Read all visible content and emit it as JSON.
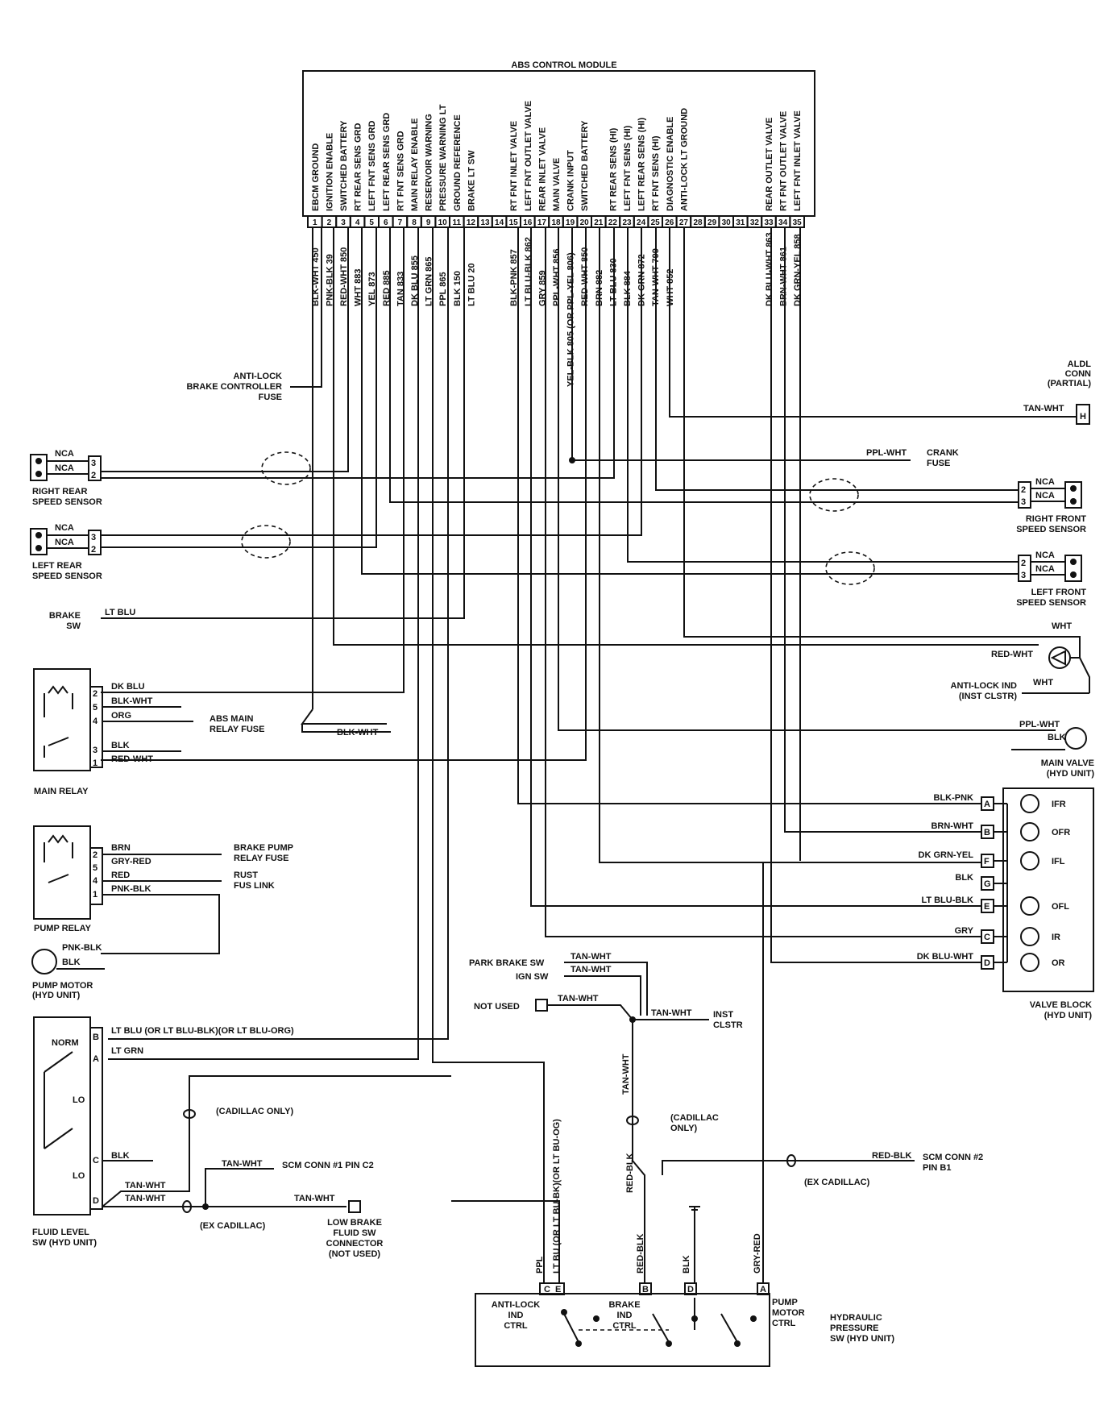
{
  "module": {
    "title": "ABS CONTROL MODULE",
    "pins": [
      {
        "n": "1",
        "label": "EBCM GROUND",
        "wire": "BLK-WHT 450"
      },
      {
        "n": "2",
        "label": "IGNITION ENABLE",
        "wire": "PNK-BLK 39"
      },
      {
        "n": "3",
        "label": "SWITCHED BATTERY",
        "wire": "RED-WHT 850"
      },
      {
        "n": "4",
        "label": "RT REAR SENS GRD",
        "wire": "WHT 883"
      },
      {
        "n": "5",
        "label": "LEFT FNT SENS GRD",
        "wire": "YEL 873"
      },
      {
        "n": "6",
        "label": "LEFT REAR SENS GRD",
        "wire": "RED 885"
      },
      {
        "n": "7",
        "label": "RT FNT SENS GRD",
        "wire": "TAN 833"
      },
      {
        "n": "8",
        "label": "MAIN RELAY ENABLE",
        "wire": "DK BLU 855"
      },
      {
        "n": "9",
        "label": "RESERVOIR WARNING",
        "wire": "LT GRN 865"
      },
      {
        "n": "10",
        "label": "PRESSURE WARNING LT",
        "wire": "PPL 865"
      },
      {
        "n": "11",
        "label": "GROUND REFERENCE",
        "wire": "BLK 150"
      },
      {
        "n": "12",
        "label": "BRAKE LT SW",
        "wire": "LT BLU 20"
      },
      {
        "n": "13",
        "label": "",
        "wire": ""
      },
      {
        "n": "14",
        "label": "",
        "wire": ""
      },
      {
        "n": "15",
        "label": "RT FNT INLET VALVE",
        "wire": "BLK-PNK 857"
      },
      {
        "n": "16",
        "label": "LEFT FNT OUTLET VALVE",
        "wire": "LT BLU-BLK 862"
      },
      {
        "n": "17",
        "label": "REAR INLET VALVE",
        "wire": "GRY 859"
      },
      {
        "n": "18",
        "label": "MAIN VALVE",
        "wire": "PPL-WHT 856"
      },
      {
        "n": "19",
        "label": "CRANK INPUT",
        "wire": "YEL-BLK 805 (OR PPL-YEL 806)"
      },
      {
        "n": "20",
        "label": "SWITCHED BATTERY",
        "wire": "RED-WHT 850"
      },
      {
        "n": "21",
        "label": "",
        "wire": "BRN 882"
      },
      {
        "n": "22",
        "label": "RT REAR SENS (HI)",
        "wire": "LT BLU 830"
      },
      {
        "n": "23",
        "label": "LEFT FNT SENS (HI)",
        "wire": "BLK 884"
      },
      {
        "n": "24",
        "label": "LEFT REAR SENS (HI)",
        "wire": "DK GRN 872"
      },
      {
        "n": "25",
        "label": "RT FNT SENS (HI)",
        "wire": "TAN-WHT 799"
      },
      {
        "n": "26",
        "label": "DIAGNOSTIC ENABLE",
        "wire": "WHT 852"
      },
      {
        "n": "27",
        "label": "ANTI-LOCK LT GROUND",
        "wire": ""
      },
      {
        "n": "28",
        "label": "",
        "wire": ""
      },
      {
        "n": "29",
        "label": "",
        "wire": ""
      },
      {
        "n": "30",
        "label": "",
        "wire": ""
      },
      {
        "n": "31",
        "label": "",
        "wire": ""
      },
      {
        "n": "32",
        "label": "",
        "wire": ""
      },
      {
        "n": "33",
        "label": "REAR OUTLET VALVE",
        "wire": "DK BLU-WHT 863"
      },
      {
        "n": "34",
        "label": "RT FNT OUTLET VALVE",
        "wire": "BRN-WHT 861"
      },
      {
        "n": "35",
        "label": "LEFT FNT INLET VALVE",
        "wire": "DK GRN-YEL 858"
      }
    ]
  },
  "labels": {
    "antilock_fuse": [
      "ANTI-LOCK",
      "BRAKE CONTROLLER",
      "FUSE"
    ],
    "aldl": [
      "ALDL",
      "CONN",
      "(PARTIAL)"
    ],
    "aldl_wire": "TAN-WHT",
    "aldl_pin": "H",
    "ppl_wht": "PPL-WHT",
    "crank_fuse": [
      "CRANK",
      "FUSE"
    ],
    "nca": "NCA",
    "rr_sensor": [
      "RIGHT REAR",
      "SPEED SENSOR"
    ],
    "lr_sensor": [
      "LEFT REAR",
      "SPEED SENSOR"
    ],
    "rf_sensor": [
      "RIGHT FRONT",
      "SPEED SENSOR"
    ],
    "lf_sensor": [
      "LEFT FRONT",
      "SPEED SENSOR"
    ],
    "brake_sw": [
      "BRAKE",
      "SW"
    ],
    "lt_blu": "LT BLU",
    "wht": "WHT",
    "red_wht": "RED-WHT",
    "antilock_ind": [
      "ANTI-LOCK IND",
      "(INST CLSTR)"
    ],
    "dk_blu": "DK BLU",
    "blk_wht": "BLK-WHT",
    "org": "ORG",
    "blk": "BLK",
    "abs_main_fuse": [
      "ABS MAIN",
      "RELAY FUSE"
    ],
    "main_relay": "MAIN RELAY",
    "main_valve_ppl": "PPL-WHT",
    "main_valve_blk": "BLK",
    "main_valve": [
      "MAIN VALVE",
      "(HYD UNIT)"
    ],
    "brn": "BRN",
    "gry_red": "GRY-RED",
    "red": "RED",
    "pnk_blk": "PNK-BLK",
    "brake_pump_fuse": [
      "BRAKE PUMP",
      "RELAY FUSE"
    ],
    "rust_fus": [
      "RUST",
      "FUS LINK"
    ],
    "pump_relay": "PUMP RELAY",
    "pump_motor": [
      "PUMP MOTOR",
      "(HYD UNIT)"
    ],
    "valve_block": [
      "VALVE BLOCK",
      "(HYD UNIT)"
    ],
    "vb_wires": [
      {
        "wire": "BLK-PNK",
        "pin": "A",
        "coil": "IFR"
      },
      {
        "wire": "BRN-WHT",
        "pin": "B",
        "coil": "OFR"
      },
      {
        "wire": "DK GRN-YEL",
        "pin": "F",
        "coil": "IFL"
      },
      {
        "wire": "BLK",
        "pin": "G",
        "coil": ""
      },
      {
        "wire": "LT BLU-BLK",
        "pin": "E",
        "coil": "OFL"
      },
      {
        "wire": "GRY",
        "pin": "C",
        "coil": "IR"
      },
      {
        "wire": "DK BLU-WHT",
        "pin": "D",
        "coil": "OR"
      }
    ],
    "park_brake": "PARK BRAKE SW",
    "ign_sw": "IGN SW",
    "not_used": "NOT USED",
    "tan_wht": "TAN-WHT",
    "inst_clstr": [
      "INST",
      "CLSTR"
    ],
    "lt_blu_long": "LT BLU (OR LT BLU-BLK)(OR LT BLU-ORG)",
    "lt_grn": "LT GRN",
    "norm": "NORM",
    "lo": "LO",
    "cadillac_only": "(CADILLAC ONLY)",
    "cadillac_only2": [
      "(CADILLAC",
      "ONLY)"
    ],
    "scm1": "SCM CONN #1 PIN C2",
    "ex_cadillac": "(EX CADILLAC)",
    "low_brake": [
      "LOW BRAKE",
      "FLUID SW",
      "CONNECTOR",
      "(NOT USED)"
    ],
    "fluid_level": [
      "FLUID LEVEL",
      "SW (HYD UNIT)"
    ],
    "red_blk": "RED-BLK",
    "scm2": [
      "SCM CONN #2",
      "PIN B1"
    ],
    "ppl": "PPL",
    "lt_bu": "LT BU (OR LT BU-BK)(OR LT BU-OG)",
    "gry_red_v": "GRY-RED",
    "antilock_ctrl": [
      "ANTI-LOCK",
      "IND",
      "CTRL"
    ],
    "brake_ctrl": [
      "BRAKE",
      "IND",
      "CTRL"
    ],
    "pump_ctrl": [
      "PUMP",
      "MOTOR",
      "CTRL"
    ],
    "hyd_press": [
      "HYDRAULIC",
      "PRESSURE",
      "SW (HYD UNIT)"
    ]
  }
}
